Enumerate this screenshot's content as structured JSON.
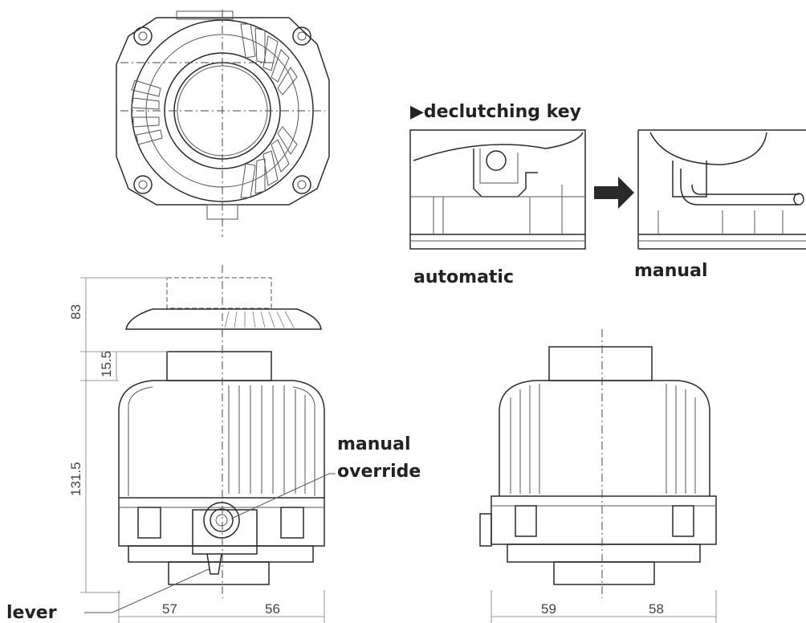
{
  "labels": {
    "declutching_key": "▶declutching key",
    "automatic": "automatic",
    "manual": "manual",
    "manual_override_line1": "manual",
    "manual_override_line2": "override",
    "lever": "lever"
  },
  "dimensions": {
    "cover_height": "83",
    "top_height": "15.5",
    "body_height": "131.5",
    "left_front_a": "57",
    "left_front_b": "56",
    "right_side_a": "59",
    "right_side_b": "58"
  }
}
